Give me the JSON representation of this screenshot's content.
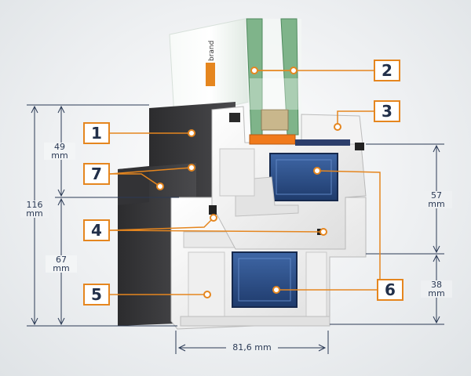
{
  "callouts": [
    "1",
    "2",
    "3",
    "4",
    "5",
    "6",
    "7"
  ],
  "dimensions": {
    "height_total": {
      "value": "116",
      "unit": "mm"
    },
    "height_top": {
      "value": "49",
      "unit": "mm"
    },
    "height_bottom": {
      "value": "67",
      "unit": "mm"
    },
    "right_top": {
      "value": "57",
      "unit": "mm"
    },
    "right_bottom": {
      "value": "38",
      "unit": "mm"
    },
    "width": "81,6 mm"
  },
  "brand_text": "brand",
  "colors": {
    "accent": "#e5861f",
    "dim_line": "#2b3a55",
    "callout_text": "#22304a",
    "frame_dark": "#3a3a3c",
    "pvc": "#f2f2f2",
    "steel": "#2b4e86",
    "glass": "#7fb48a",
    "gasket_top": "#f07a1c"
  }
}
